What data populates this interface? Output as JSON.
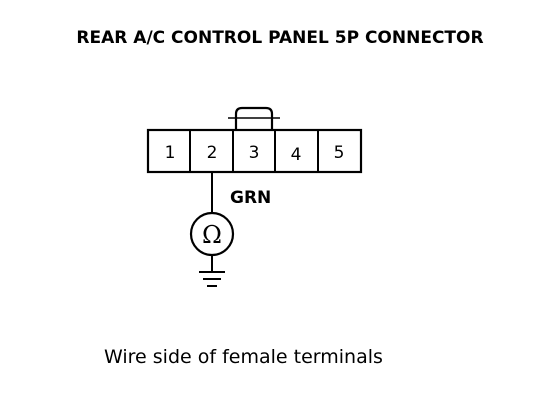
{
  "title": "REAR A/C CONTROL PANEL 5P CONNECTOR",
  "connector": {
    "pins": [
      "1",
      "2",
      "3",
      "4",
      "5"
    ]
  },
  "wire": {
    "color_label": "GRN"
  },
  "meter": {
    "symbol": "Ω",
    "icon": "ohmmeter-icon"
  },
  "ground": {
    "icon": "ground-icon"
  },
  "caption": "Wire side of female terminals"
}
